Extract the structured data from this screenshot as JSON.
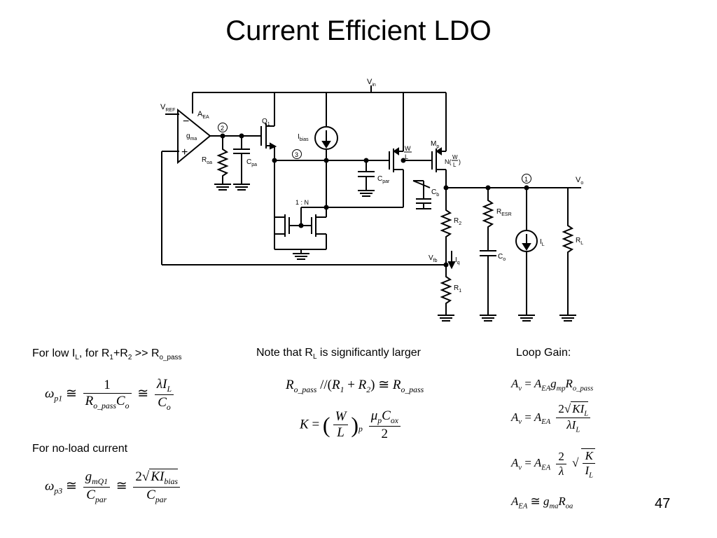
{
  "title": "Current Efficient LDO",
  "page_number": "47",
  "circuit": {
    "vin": "V",
    "vin_sub": "in",
    "vref": "V",
    "vref_sub": "REF",
    "aea": "A",
    "aea_sub": "EA",
    "gma": "g",
    "gma_sub": "ma",
    "minus": "−",
    "plus": "+",
    "node2": "2",
    "node3": "3",
    "node1": "1",
    "q1": "Q",
    "q1_sub": "1",
    "roa": "R",
    "roa_sub": "oa",
    "cpa": "C",
    "cpa_sub": "pa",
    "ibias": "I",
    "ibias_sub": "bias",
    "wl_w": "W",
    "wl_l": "L",
    "mp": "M",
    "mp_sub": "p",
    "nwl_n": "N(",
    "nwl_w": "W",
    "nwl_l": "L",
    "nwl_close": ")",
    "cpar": "C",
    "cpar_sub": "par",
    "cb": "C",
    "cb_sub": "b",
    "ratio": "1 : N",
    "r2": "R",
    "r2_sub": "2",
    "resr": "R",
    "resr_sub": "ESR",
    "il": "I",
    "il_sub": "L",
    "rl": "R",
    "rl_sub": "L",
    "vo": "V",
    "vo_sub": "o",
    "co": "C",
    "co_sub": "o",
    "vfb": "V",
    "vfb_sub": "fb",
    "iq": "I",
    "iq_sub": "q",
    "r1": "R",
    "r1_sub": "1"
  },
  "captions": {
    "low_il": [
      "For low I",
      "L",
      ", for R",
      "1",
      "+R",
      "2",
      " >> R",
      "o_pass"
    ],
    "no_load": "For no-load current",
    "note": [
      "Note that R",
      "L",
      " is significantly larger"
    ],
    "loop_gain": "Loop Gain:"
  },
  "equations": {
    "wp1": {
      "omega": "ω",
      "sub": "p1",
      "approx": "≅",
      "one": "1",
      "R": "R",
      "R_sub": "o_pass",
      "C": "C",
      "C_sub": "o",
      "lam": "λ",
      "I": "I",
      "I_sub": "L",
      "C2": "C",
      "C2_sub": "o"
    },
    "wp3": {
      "omega": "ω",
      "sub": "p3",
      "approx": "≅",
      "g": "g",
      "g_sub": "mQ1",
      "C": "C",
      "C_sub": "par",
      "two": "2",
      "KI": "KI",
      "KI_sub": "bias",
      "C2": "C",
      "C2_sub": "par"
    },
    "ro": {
      "R": "R",
      "R_sub": "o_pass",
      "par": "//(",
      "R1": "R",
      "R1_sub": "1",
      "plus": "+",
      "R2": "R",
      "R2_sub": "2",
      "close": ")",
      "approx": "≅",
      "R3": "R",
      "R3_sub": "o_pass"
    },
    "k": {
      "K": "K",
      "eq": "=",
      "W": "W",
      "L": "L",
      "p": "p",
      "mu": "μ",
      "mu_sub": "p",
      "C": "C",
      "C_sub": "ox",
      "two": "2"
    },
    "av1": {
      "A": "A",
      "A_sub": "v",
      "eq": "=",
      "A2": "A",
      "A2_sub": "EA",
      "g": "g",
      "g_sub": "mp",
      "R": "R",
      "R_sub": "o_pass"
    },
    "av2": {
      "A": "A",
      "A_sub": "v",
      "eq": "=",
      "A2": "A",
      "A2_sub": "EA",
      "two": "2",
      "KI": "KI",
      "KI_sub": "L",
      "lam": "λ",
      "I": "I",
      "I_sub": "L"
    },
    "av3": {
      "A": "A",
      "A_sub": "v",
      "eq": "=",
      "A2": "A",
      "A2_sub": "EA",
      "two": "2",
      "lam": "λ",
      "K": "K",
      "I": "I",
      "I_sub": "L"
    },
    "aea": {
      "A": "A",
      "A_sub": "EA",
      "approx": "≅",
      "g": "g",
      "g_sub": "ma",
      "R": "R",
      "R_sub": "oa"
    }
  }
}
